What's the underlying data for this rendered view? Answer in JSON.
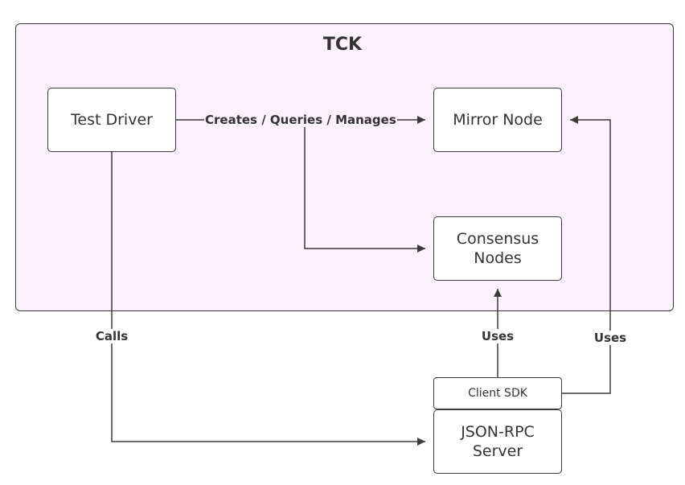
{
  "diagram": {
    "container": {
      "title": "TCK"
    },
    "nodes": {
      "test_driver": "Test Driver",
      "mirror_node": "Mirror Node",
      "consensus_nodes": "Consensus\nNodes",
      "client_sdk": "Client SDK",
      "json_rpc_server": "JSON-RPC\nServer"
    },
    "edges": {
      "creates_queries_manages": "Creates / Queries / Manages",
      "calls": "Calls",
      "uses_consensus": "Uses",
      "uses_mirror": "Uses"
    },
    "colors": {
      "container_fill": "#fcf1fd",
      "stroke": "#3b3b3b",
      "text": "#333333"
    }
  }
}
